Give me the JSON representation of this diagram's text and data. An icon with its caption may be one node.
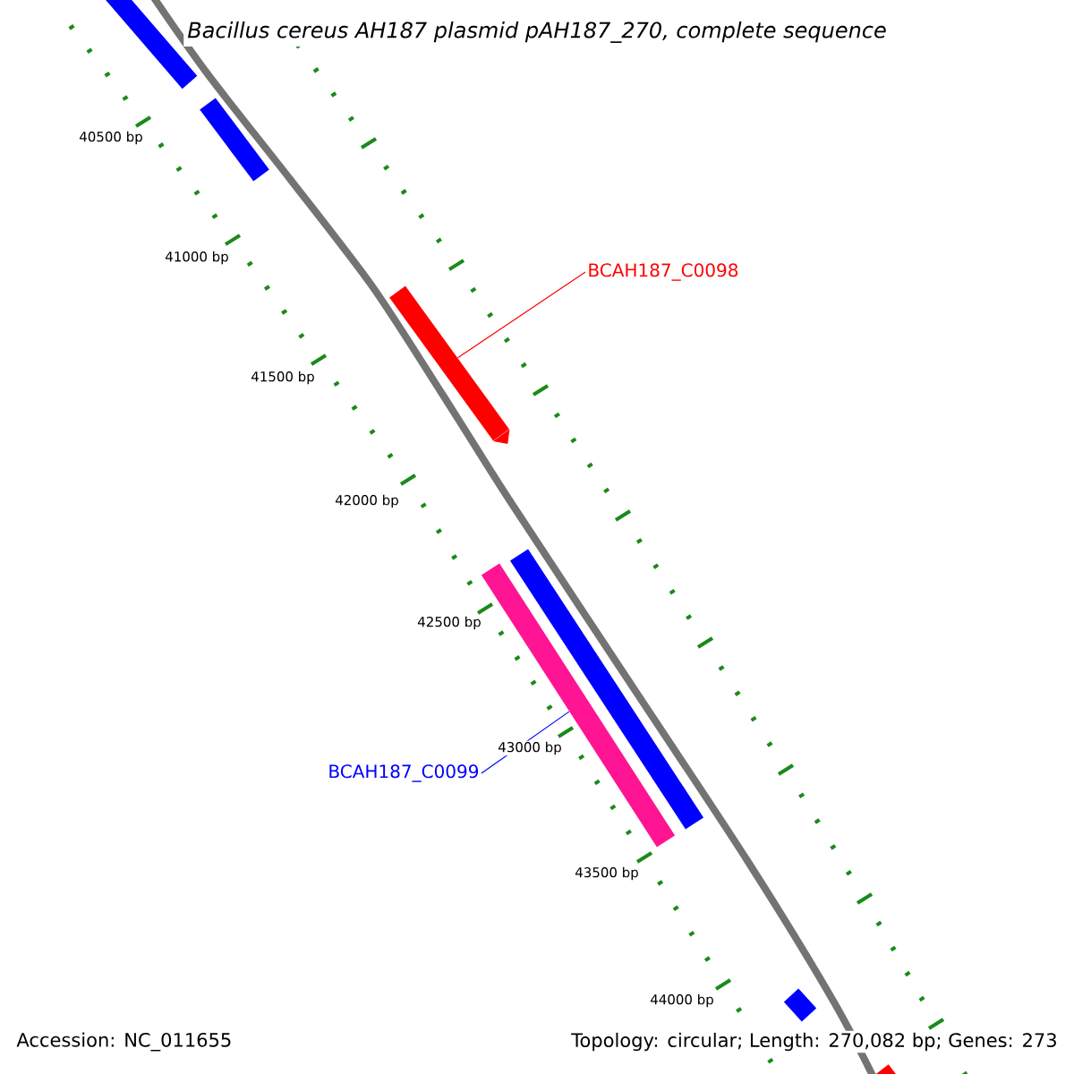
{
  "diagram": {
    "title": "Bacillus cereus AH187 plasmid pAH187_270, complete sequence",
    "nodes": [
      {
        "text": [
          "BCAH187_C0098"
        ]
      },
      {
        "text": [],
        "shape": "bar"
      },
      {
        "text": [
          "BCAH187_C0099"
        ]
      },
      {
        "text": [],
        "shape": "bar"
      }
    ],
    "edges": [
      {
        "from": 0,
        "to": 1,
        "arrow": "none",
        "color": "#ff0000"
      },
      {
        "from": 2,
        "to": 3,
        "arrow": "none",
        "color": "#0000ff"
      }
    ],
    "labels": [
      "40500 bp",
      "41000 bp",
      "41500 bp",
      "42000 bp",
      "42500 bp",
      "43000 bp",
      "43500 bp",
      "44000 bp",
      "Accession: NC_011655",
      "Topology: circular; Length: 270,082 bp; Genes: 273"
    ]
  }
}
